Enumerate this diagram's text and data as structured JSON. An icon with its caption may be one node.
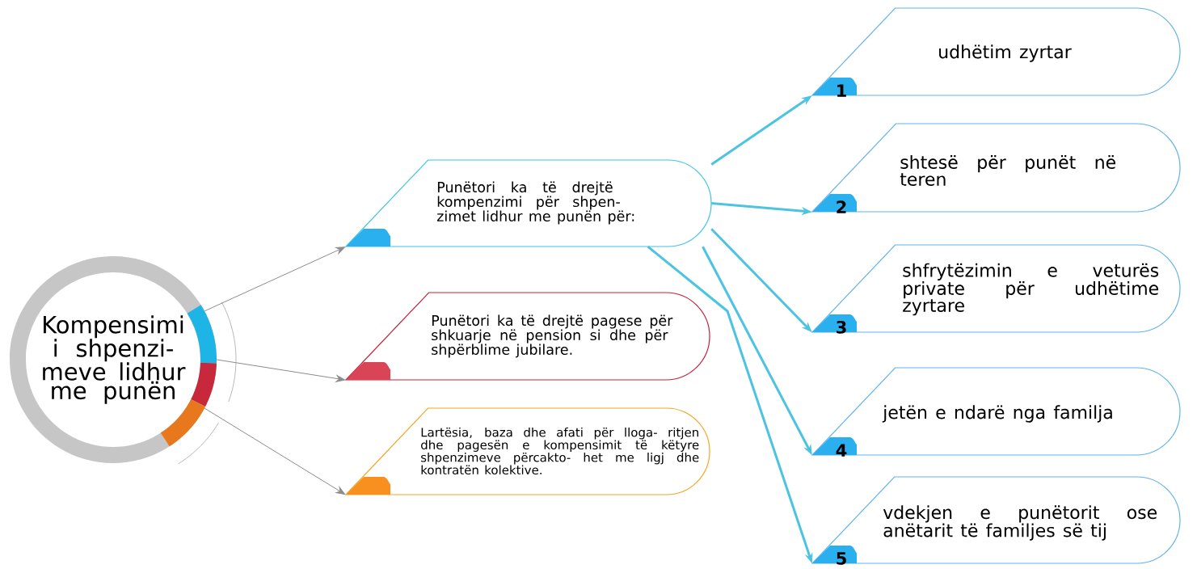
{
  "diagram": {
    "nodes": [
      {
        "text": [
          "Kompensimi i shpenzi- meve lidhur me punën"
        ]
      },
      {
        "text": [
          "Punëtori ka të drejtë kompenzimi për shpen- zimet lidhur me punën për:"
        ]
      },
      {
        "text": [
          "Punëtori ka të drejtë pagese për shkuarje në pension si dhe për shpërblime jubilare."
        ]
      },
      {
        "text": [
          "Lartësia, baza dhe afati për lloga- ritjen dhe pagesën e kompensimit të këtyre shpenzimeve përcakto- het me ligj dhe kontratën kolektive."
        ]
      },
      {
        "text": [
          "udhëtim zyrtar",
          "1"
        ]
      },
      {
        "text": [
          "shtesë për punët në teren",
          "2"
        ]
      },
      {
        "text": [
          "shfrytëzimin e veturës private për udhëtime zyrtare",
          "3"
        ]
      },
      {
        "text": [
          "jetën e ndarë nga familja",
          "4"
        ]
      },
      {
        "text": [
          "vdekjen e punëtorit ose anëtarit të familjes së tij",
          "5"
        ]
      }
    ],
    "edges": [
      {
        "from": 0,
        "to": 1,
        "arrow": "to",
        "color": "#8c8c8c"
      },
      {
        "from": 0,
        "to": 2,
        "arrow": "to",
        "color": "#8c8c8c"
      },
      {
        "from": 0,
        "to": 3,
        "arrow": "to",
        "color": "#8c8c8c"
      },
      {
        "from": 1,
        "to": 4,
        "arrow": "to"
      },
      {
        "from": 1,
        "to": 5,
        "arrow": "to"
      },
      {
        "from": 1,
        "to": 6,
        "arrow": "to"
      },
      {
        "from": 1,
        "to": 7,
        "arrow": "to"
      },
      {
        "from": 1,
        "to": 8,
        "arrow": "to"
      }
    ]
  }
}
